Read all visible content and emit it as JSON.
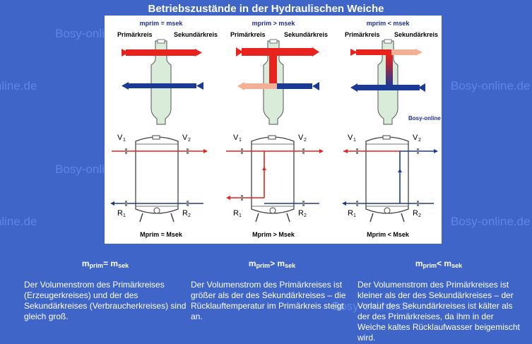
{
  "title": "Betriebszustände in der Hydraulischen Weiche",
  "watermark": "Bosy-online.de",
  "panel_watermark": "Bosy-online",
  "states": [
    {
      "top_label": "mprim = msek",
      "bottom_label": "Mprim = Msek",
      "heading_main": "m",
      "heading_sub_a": "prim",
      "heading_op": "= m",
      "heading_sub_b": "sek",
      "text": "Der Volumenstrom des Primärkreises (Erzeugerkreises) und der des Sekundärkreises (Verbraucherkreises) sind gleich groß."
    },
    {
      "top_label": "mprim > msek",
      "bottom_label": "Mprim > Msek",
      "heading_main": "m",
      "heading_sub_a": "prim",
      "heading_op": "> m",
      "heading_sub_b": "sek",
      "text": "Der Volumenstrom des Primärkreises ist größer als der des Sekundärkreises – die Rücklauftemperatur im Primärkreis steigt an."
    },
    {
      "top_label": "mprim < msek",
      "bottom_label": "Mprim < Msek",
      "heading_main": "m",
      "heading_sub_a": "prim",
      "heading_op": "< m",
      "heading_sub_b": "sek",
      "text": "Der Volumenstrom des Primärkreises ist kleiner als der des Sekundärkreises – der Vorlauf des Sekundärkreises ist kälter als der des Primärkreises, da ihm in der Weiche kaltes Rücklaufwasser beigemischt wird."
    }
  ],
  "labels": {
    "primary": "Primärkreis",
    "secondary": "Sekundärkreis",
    "v1": "V",
    "v2": "V",
    "r1": "R",
    "r2": "R",
    "one": "1",
    "two": "2"
  },
  "colors": {
    "hot": "#e8221c",
    "cold": "#1b3a96",
    "label_blue": "#1d2f9a"
  }
}
